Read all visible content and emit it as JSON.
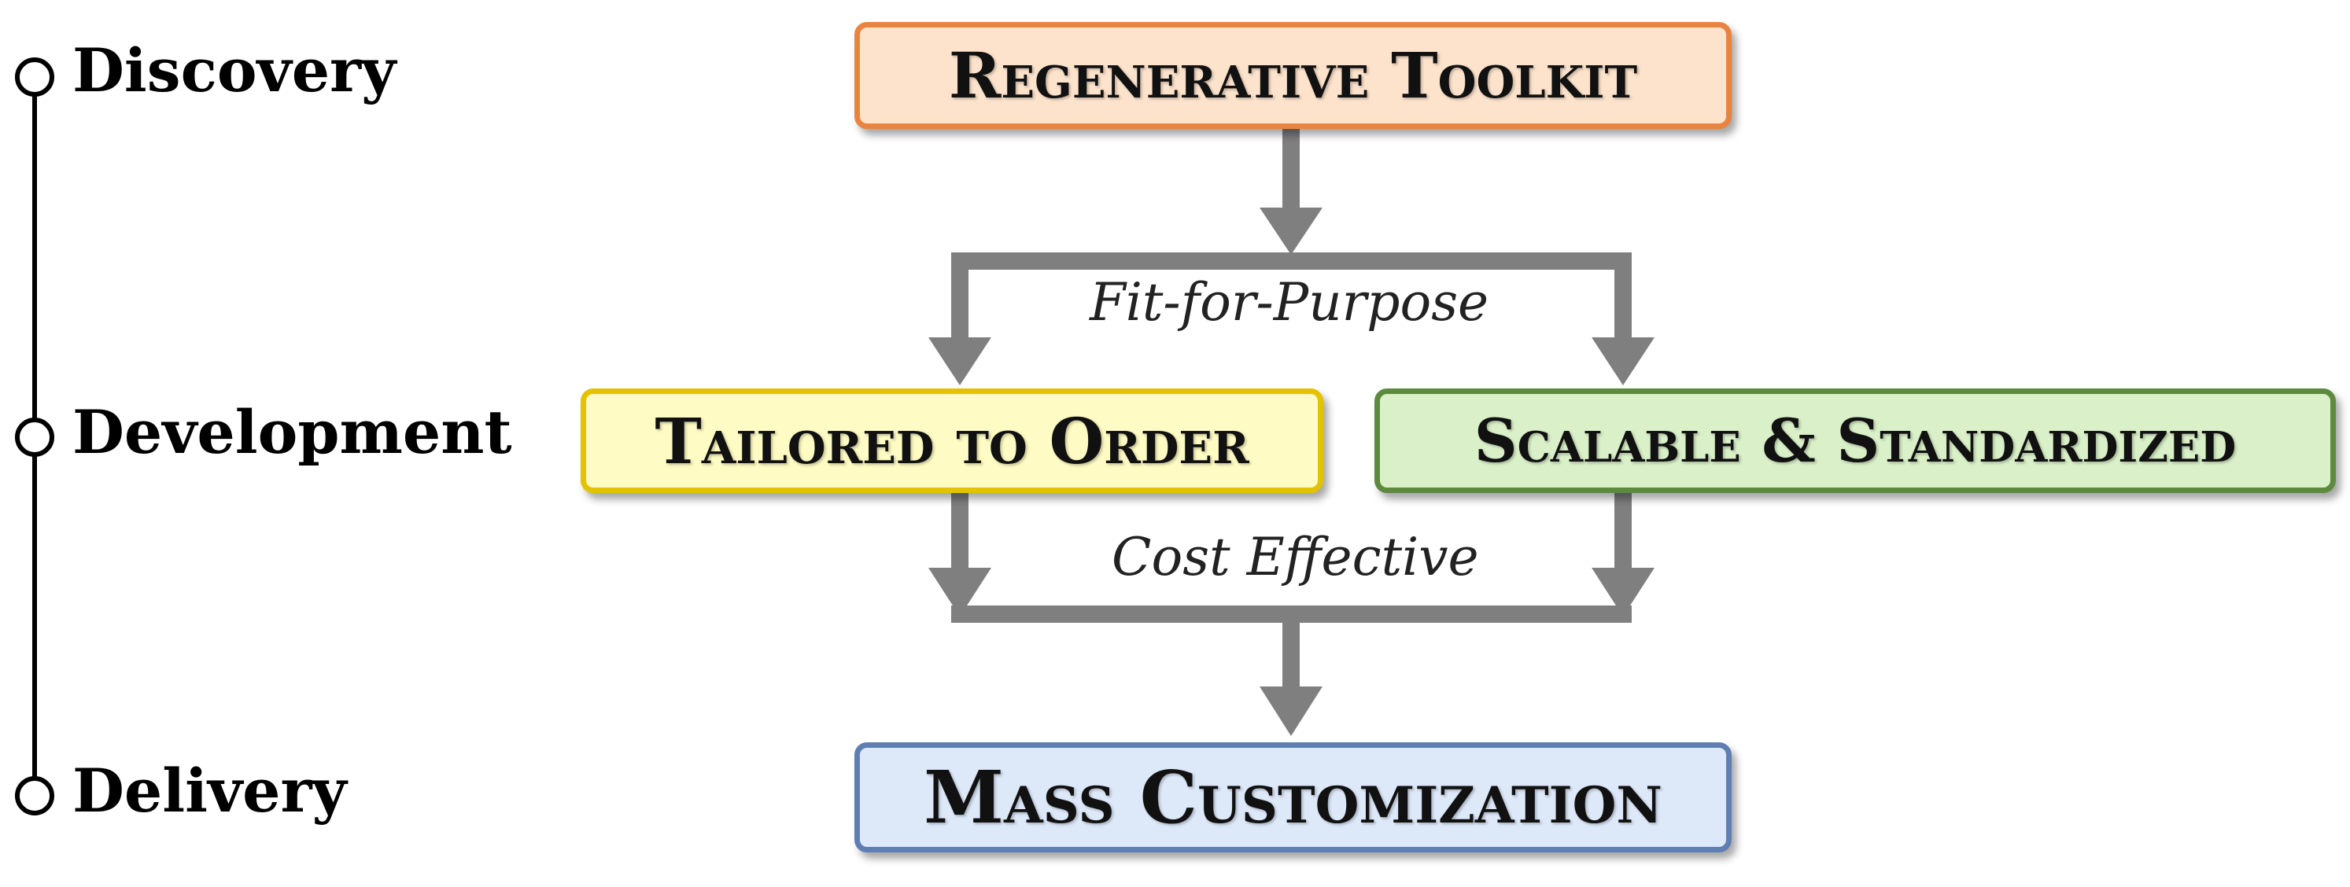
{
  "timeline": {
    "stages": [
      {
        "label": "Discovery"
      },
      {
        "label": "Development"
      },
      {
        "label": "Delivery"
      }
    ]
  },
  "boxes": {
    "regenerative_toolkit": {
      "label": "Regenerative Toolkit",
      "fill": "#fde3cc",
      "border": "#e8843f"
    },
    "tailored_to_order": {
      "label": "Tailored to Order",
      "fill": "#fefbc4",
      "border": "#e3c200"
    },
    "scalable_standardized": {
      "label": "Scalable & Standardized",
      "fill": "#d9f0c8",
      "border": "#5e8a3f"
    },
    "mass_customization": {
      "label": "Mass Customization",
      "fill": "#dde8f9",
      "border": "#5f7fb3"
    }
  },
  "flow_labels": {
    "fit_for_purpose": "Fit-for-Purpose",
    "cost_effective": "Cost Effective"
  },
  "colors": {
    "arrow": "#7f7f7f",
    "timeline": "#000000"
  }
}
